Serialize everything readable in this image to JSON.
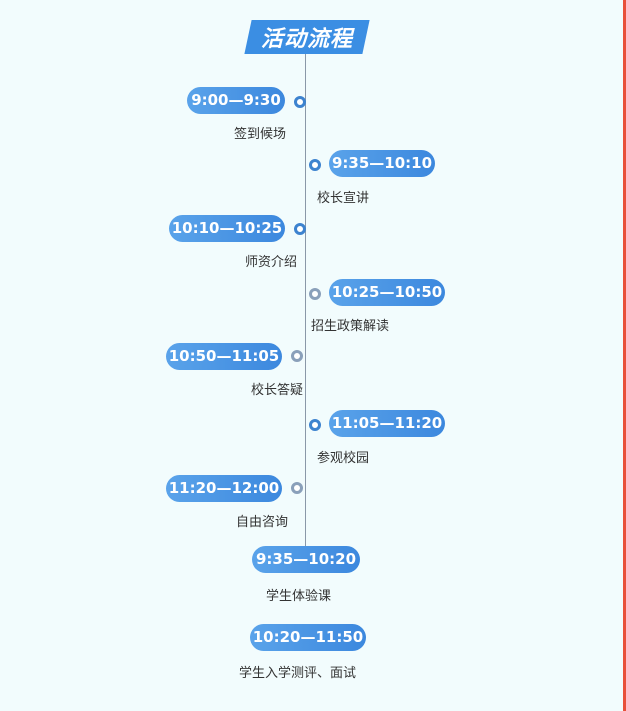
{
  "title": "活动流程",
  "items": [
    {
      "time": "9:00—9:30",
      "label": "签到候场"
    },
    {
      "time": "9:35—10:10",
      "label": "校长宣讲"
    },
    {
      "time": "10:10—10:25",
      "label": "师资介绍"
    },
    {
      "time": "10:25—10:50",
      "label": "招生政策解读"
    },
    {
      "time": "10:50—11:05",
      "label": "校长答疑"
    },
    {
      "time": "11:05—11:20",
      "label": "参观校园"
    },
    {
      "time": "11:20—12:00",
      "label": "自由咨询"
    },
    {
      "time": "9:35—10:20",
      "label": "学生体验课"
    },
    {
      "time": "10:20—11:50",
      "label": "学生入学测评、面试"
    }
  ],
  "colors": {
    "pill": "#3c88de",
    "title_bg": "#3b8ee3",
    "dot": "#3d83cf",
    "dot_alt": "#8aa0ba"
  }
}
